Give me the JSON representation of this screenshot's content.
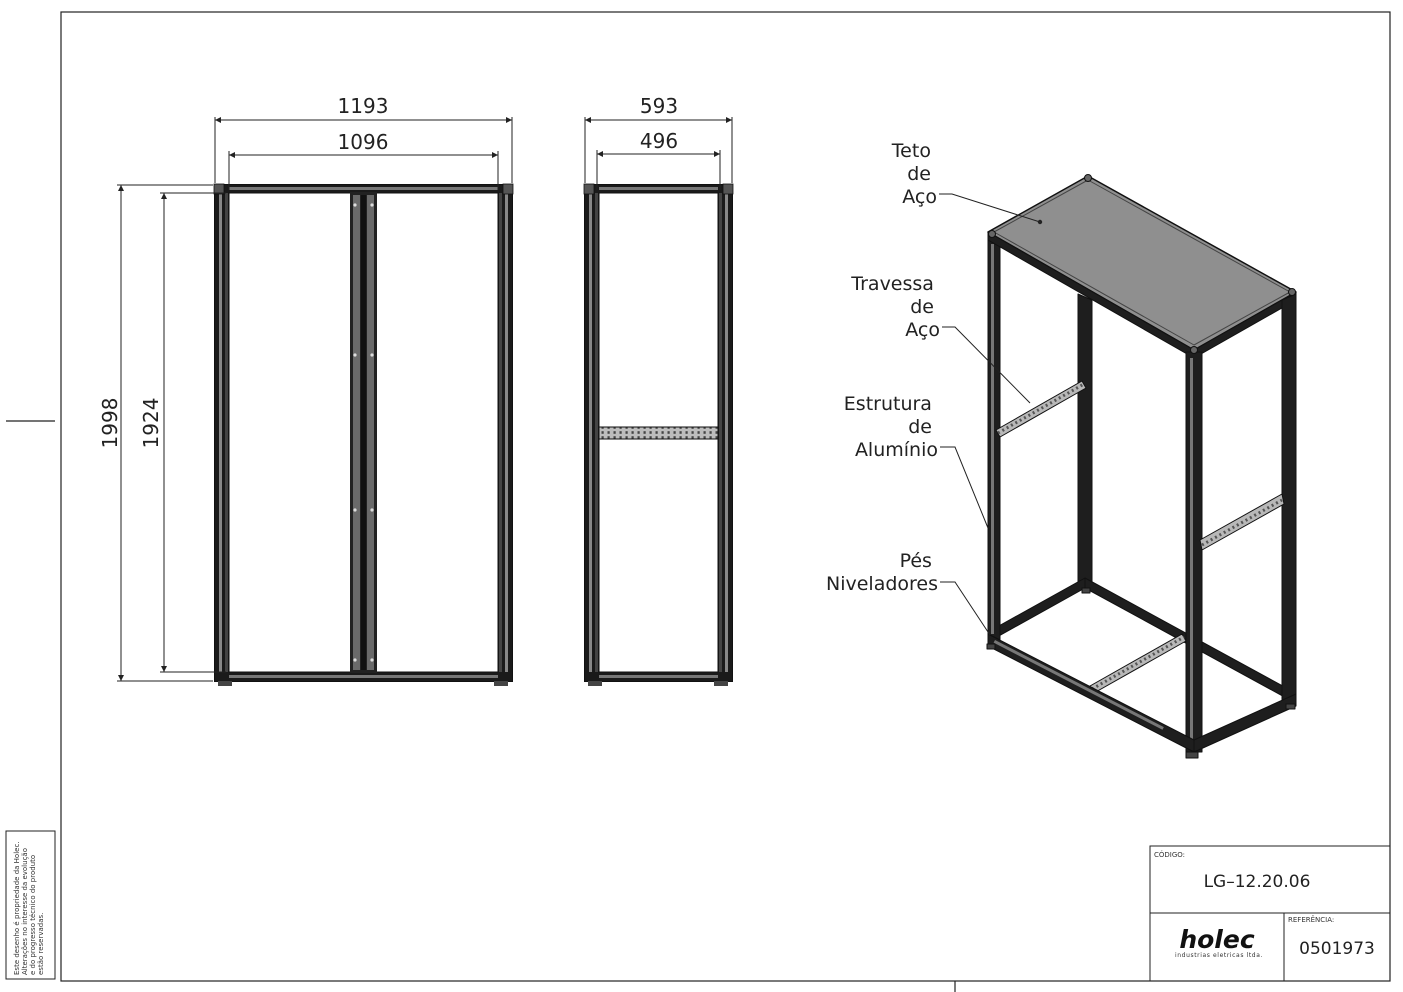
{
  "dimensions": {
    "front_outer_width": "1193",
    "front_inner_width": "1096",
    "side_outer_width": "593",
    "side_inner_width": "496",
    "outer_height": "1998",
    "inner_height": "1924"
  },
  "callouts": {
    "teto": [
      "Teto",
      "de",
      "Aço"
    ],
    "travessa": [
      "Travessa",
      "de",
      "Aço"
    ],
    "estrutura": [
      "Estrutura",
      "de",
      "Alumínio"
    ],
    "pes": [
      "Pés",
      "Niveladores"
    ]
  },
  "title_block": {
    "codigo_label": "CÓDIGO:",
    "codigo_value": "LG–12.20.06",
    "referencia_label": "REFERÊNCIA:",
    "referencia_value": "0501973",
    "logo_text": "holec",
    "logo_subtitle": "industrias eletricas ltda."
  },
  "side_note": [
    "Este desenho é propriedade da Holec.",
    "Alterações no interesse da evolução",
    "e do progresso técnico do produto",
    "estão reservadas."
  ]
}
